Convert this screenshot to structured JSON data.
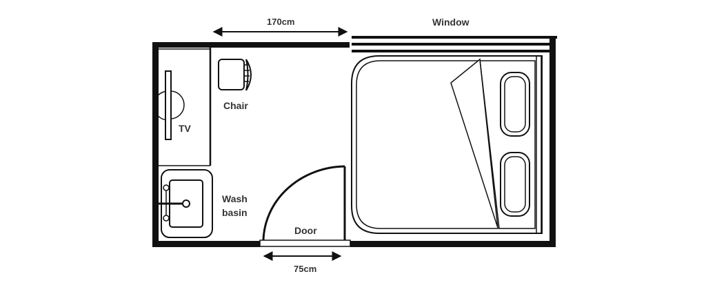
{
  "labels": {
    "dim_top": "170cm",
    "window": "Window",
    "chair": "Chair",
    "tv": "TV",
    "wash_line1": "Wash",
    "wash_line2": "basin",
    "door": "Door",
    "dim_bottom": "75cm"
  },
  "colors": {
    "wall": "#111111",
    "line": "#222222",
    "text": "#333333",
    "background": "#ffffff"
  }
}
